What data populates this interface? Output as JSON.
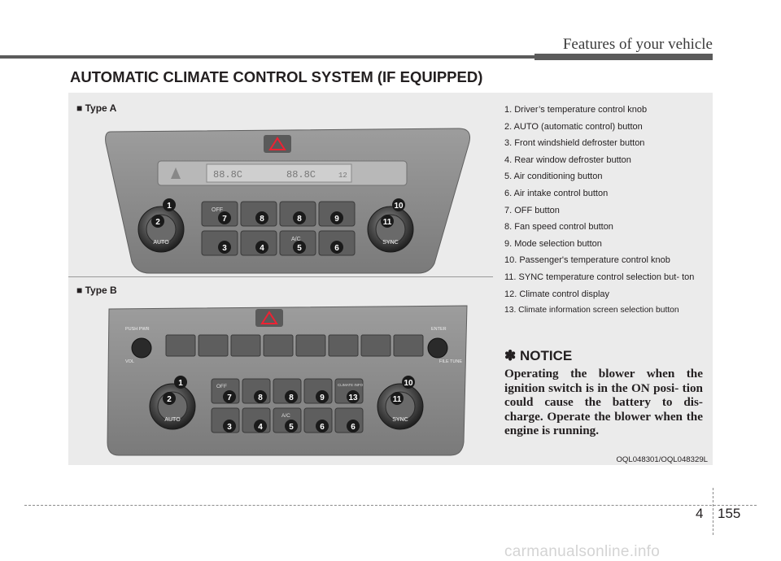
{
  "header": {
    "title": "Features of your vehicle"
  },
  "section": {
    "title": "AUTOMATIC CLIMATE CONTROL SYSTEM (IF EQUIPPED)"
  },
  "figure": {
    "type_a_label": "■ Type A",
    "type_b_label": "■ Type B",
    "code": "OQL048301/OQL048329L",
    "type_a": {
      "left_knob": "AUTO",
      "right_knob": "SYNC",
      "buttons_top": [
        "OFF",
        "",
        "",
        ""
      ],
      "buttons_bottom": [
        "",
        "",
        "A/C",
        ""
      ],
      "callouts_top": [
        "7",
        "8",
        "8",
        "9"
      ],
      "callouts_bottom": [
        "3",
        "4",
        "5",
        "6"
      ],
      "callout_display": "12",
      "callouts_knob_left": [
        "1",
        "2"
      ],
      "callouts_knob_right": [
        "10",
        "11"
      ]
    },
    "type_b": {
      "left_knob": "AUTO",
      "right_knob": "SYNC",
      "side_left": [
        "PUSH PWR",
        "VOL"
      ],
      "side_right": [
        "ENTER",
        "FILE TUNE"
      ],
      "buttons_top": [
        "OFF",
        "",
        "",
        "",
        "CLIMATE INFO"
      ],
      "buttons_bottom": [
        "",
        "",
        "A/C",
        "",
        ""
      ],
      "callouts_top": [
        "7",
        "8",
        "8",
        "9",
        "13"
      ],
      "callouts_bottom": [
        "3",
        "4",
        "5",
        "6",
        "6"
      ],
      "callouts_knob_left": [
        "1",
        "2"
      ],
      "callouts_knob_right": [
        "10",
        "11"
      ]
    }
  },
  "items": [
    "1. Driver’s temperature control knob",
    "2. AUTO (automatic control) button",
    "3. Front windshield defroster button",
    "4. Rear window defroster button",
    "5. Air conditioning button",
    "6. Air intake control button",
    "7. OFF button",
    "8. Fan speed control button",
    "9. Mode selection button",
    "10. Passenger's temperature control knob",
    "11. SYNC temperature control selection but- ton",
    "12. Climate control display",
    "13. Climate information screen selection button"
  ],
  "notice": {
    "title": "✽ NOTICE",
    "body": "Operating the blower when the ignition switch is in the ON posi- tion could cause the battery to dis- charge. Operate the blower when the engine is running."
  },
  "footer": {
    "chapter": "4",
    "page": "155"
  },
  "watermark": "carmanualsonline.info",
  "colors": {
    "panel_bg": "#ebebeb",
    "unit_body": "#8e8e8e",
    "callout": "#1a1a1a"
  }
}
